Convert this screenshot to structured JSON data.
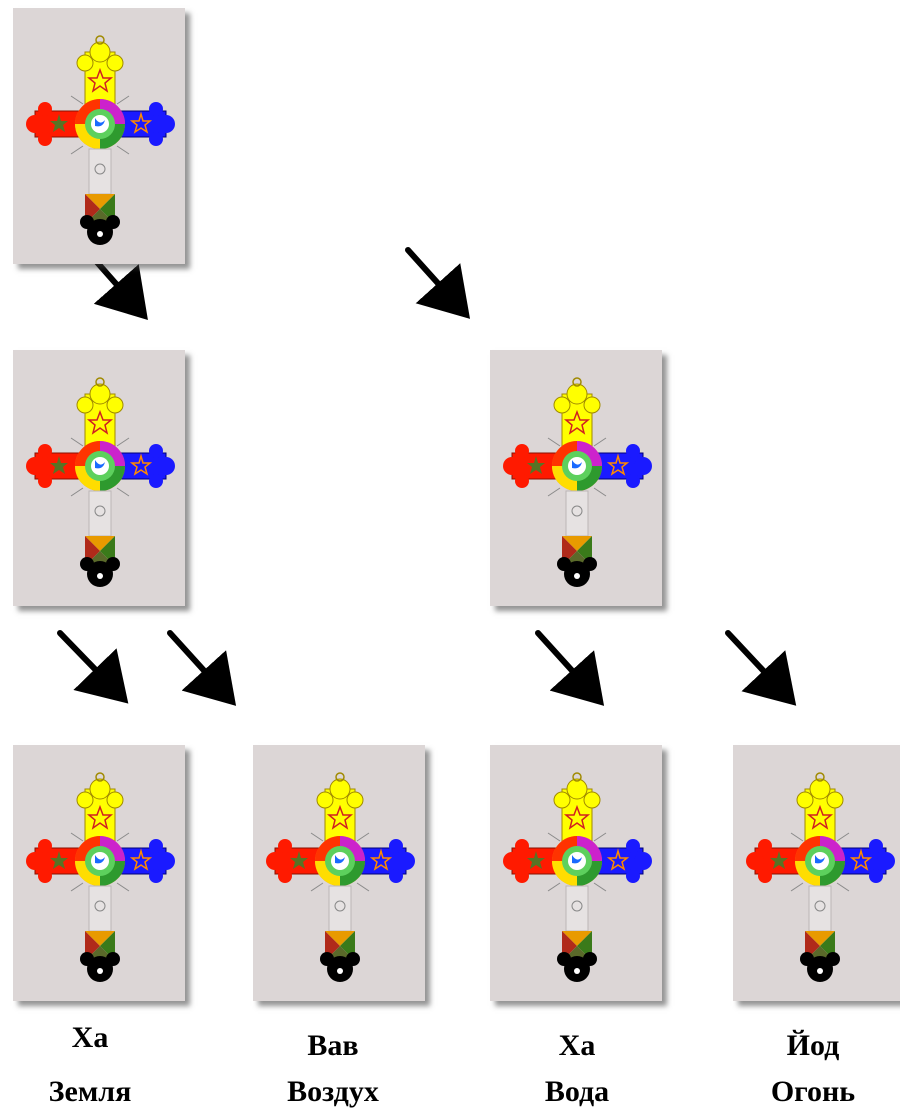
{
  "labels": [
    {
      "letter": "Ха",
      "element": "Земля"
    },
    {
      "letter": "Вав",
      "element": "Воздух"
    },
    {
      "letter": "Ха",
      "element": "Вода"
    },
    {
      "letter": "Йод",
      "element": "Огонь"
    }
  ],
  "colors": {
    "card_bg": "#dcd6d6",
    "yellow": "#ffff00",
    "red": "#ff1a00",
    "blue": "#1a1aff",
    "black": "#000000",
    "arrow": "#000000"
  },
  "icons": [
    "rose-cross-emblem",
    "arrow-down-right"
  ]
}
